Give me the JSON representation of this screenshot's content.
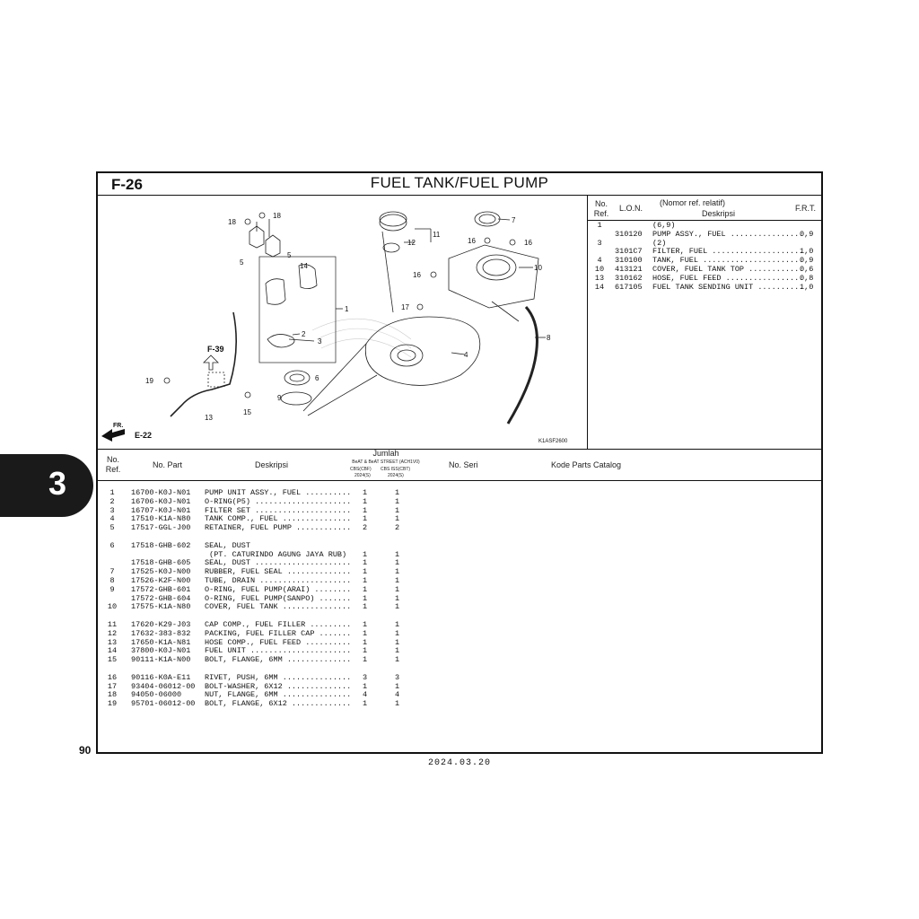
{
  "header": {
    "code": "F-26",
    "title": "FUEL TANK/FUEL PUMP"
  },
  "chapter_tab": "3",
  "page_number": "90",
  "date": "2024.03.20",
  "diagram": {
    "code": "K1ASF2600",
    "ref_f39": "F-39",
    "ref_e22": "E-22",
    "ref_fr": "FR.",
    "labels": [
      "18",
      "18",
      "5",
      "5",
      "14",
      "1",
      "2",
      "3",
      "6",
      "9",
      "19",
      "13",
      "15",
      "11",
      "12",
      "7",
      "16",
      "16",
      "16",
      "10",
      "17",
      "4",
      "8"
    ]
  },
  "right_table": {
    "headers": {
      "no": "No.",
      "ref": "Ref.",
      "lon": "L.O.N.",
      "nomor": "(Nomor ref. relatif)",
      "deskripsi": "Deskripsi",
      "frt": "F.R.T."
    },
    "rows": [
      {
        "ref": "1",
        "lon": "",
        "desc": "(6,9)",
        "frt": ""
      },
      {
        "ref": "",
        "lon": "310120",
        "desc": "PUMP ASSY., FUEL ................",
        "frt": "0,9"
      },
      {
        "ref": "3",
        "lon": "",
        "desc": "(2)",
        "frt": ""
      },
      {
        "ref": "",
        "lon": "3101C7",
        "desc": "FILTER, FUEL ....................",
        "frt": "1,0"
      },
      {
        "ref": "4",
        "lon": "310100",
        "desc": "TANK, FUEL ......................",
        "frt": "0,9"
      },
      {
        "ref": "10",
        "lon": "413121",
        "desc": "COVER, FUEL TANK TOP ............",
        "frt": "0,6"
      },
      {
        "ref": "13",
        "lon": "310162",
        "desc": "HOSE, FUEL FEED .................",
        "frt": "0,8"
      },
      {
        "ref": "14",
        "lon": "617105",
        "desc": "FUEL TANK SENDING UNIT ..........",
        "frt": "1,0"
      }
    ]
  },
  "parts_table": {
    "headers": {
      "no": "No.",
      "ref": "Ref.",
      "no_part": "No. Part",
      "deskripsi": "Deskripsi",
      "jumlah": "Jumlah",
      "jumlah_sub": "BeAT & BeAT STREET (ACH1V0)",
      "col1": "CBS(CBF)",
      "col1b": "2024(S)",
      "col2": "CBS ISS(CBT)",
      "col2b": "2024(S)",
      "no_seri": "No. Seri",
      "kode": "Kode Parts Catalog"
    },
    "groups": [
      [
        {
          "ref": "1",
          "part": "16700-K0J-N01",
          "desc": "PUMP UNIT ASSY., FUEL ..........",
          "q1": "1",
          "q2": "1"
        },
        {
          "ref": "2",
          "part": "16706-K0J-N01",
          "desc": "O-RING(P5) .....................",
          "q1": "1",
          "q2": "1"
        },
        {
          "ref": "3",
          "part": "16707-K0J-N01",
          "desc": "FILTER SET .....................",
          "q1": "1",
          "q2": "1"
        },
        {
          "ref": "4",
          "part": "17510-K1A-N80",
          "desc": "TANK COMP., FUEL ...............",
          "q1": "1",
          "q2": "1"
        },
        {
          "ref": "5",
          "part": "17517-GGL-J00",
          "desc": "RETAINER, FUEL PUMP ............",
          "q1": "2",
          "q2": "2"
        }
      ],
      [
        {
          "ref": "6",
          "part": "17518-GHB-602",
          "desc": "SEAL, DUST",
          "q1": "",
          "q2": ""
        },
        {
          "ref": "",
          "part": "",
          "desc": " (PT. CATURINDO AGUNG JAYA RUB)",
          "q1": "1",
          "q2": "1"
        },
        {
          "ref": "",
          "part": "17518-GHB-605",
          "desc": "SEAL, DUST .....................",
          "q1": "1",
          "q2": "1"
        },
        {
          "ref": "7",
          "part": "17525-K0J-N00",
          "desc": "RUBBER, FUEL SEAL ..............",
          "q1": "1",
          "q2": "1"
        },
        {
          "ref": "8",
          "part": "17526-K2F-N00",
          "desc": "TUBE, DRAIN ....................",
          "q1": "1",
          "q2": "1"
        },
        {
          "ref": "9",
          "part": "17572-GHB-601",
          "desc": "O-RING, FUEL PUMP(ARAI) ........",
          "q1": "1",
          "q2": "1"
        },
        {
          "ref": "",
          "part": "17572-GHB-604",
          "desc": "O-RING, FUEL PUMP(SANPO) .......",
          "q1": "1",
          "q2": "1"
        },
        {
          "ref": "10",
          "part": "17575-K1A-N80",
          "desc": "COVER, FUEL TANK ...............",
          "q1": "1",
          "q2": "1"
        }
      ],
      [
        {
          "ref": "11",
          "part": "17620-K29-J03",
          "desc": "CAP COMP., FUEL FILLER .........",
          "q1": "1",
          "q2": "1"
        },
        {
          "ref": "12",
          "part": "17632-383-832",
          "desc": "PACKING, FUEL FILLER CAP .......",
          "q1": "1",
          "q2": "1"
        },
        {
          "ref": "13",
          "part": "17650-K1A-N81",
          "desc": "HOSE COMP., FUEL FEED ..........",
          "q1": "1",
          "q2": "1"
        },
        {
          "ref": "14",
          "part": "37800-K0J-N01",
          "desc": "FUEL UNIT ......................",
          "q1": "1",
          "q2": "1"
        },
        {
          "ref": "15",
          "part": "90111-K1A-N00",
          "desc": "BOLT, FLANGE, 6MM ..............",
          "q1": "1",
          "q2": "1"
        }
      ],
      [
        {
          "ref": "16",
          "part": "90116-K0A-E11",
          "desc": "RIVET, PUSH, 6MM ...............",
          "q1": "3",
          "q2": "3"
        },
        {
          "ref": "17",
          "part": "93404-06012-00",
          "desc": "BOLT-WASHER, 6X12 ..............",
          "q1": "1",
          "q2": "1"
        },
        {
          "ref": "18",
          "part": "94050-06000",
          "desc": "NUT, FLANGE, 6MM ...............",
          "q1": "4",
          "q2": "4"
        },
        {
          "ref": "19",
          "part": "95701-06012-00",
          "desc": "BOLT, FLANGE, 6X12 .............",
          "q1": "1",
          "q2": "1"
        }
      ]
    ]
  }
}
